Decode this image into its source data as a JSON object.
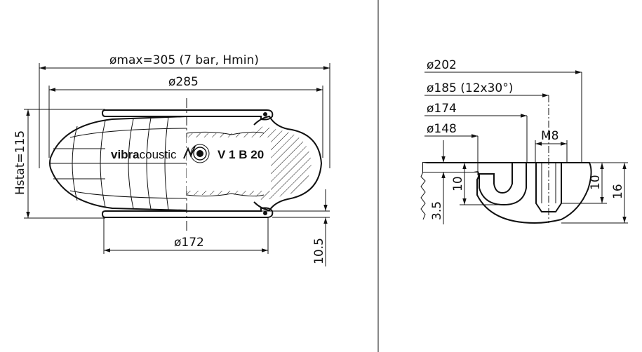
{
  "left_view": {
    "dia_max_label": "ømax=305 (7 bar, Hmin)",
    "dia_285_label": "ø285",
    "dia_172_label": "ø172",
    "height_label": "Hstat=115",
    "plate_label": "10.5",
    "brand_bold": "vibra",
    "brand_regular": "coustic",
    "model_code": "V 1 B 20"
  },
  "right_view": {
    "dia_202_label": "ø202",
    "dia_185_label": "ø185 (12x30°)",
    "dia_174_label": "ø174",
    "dia_148_label": "ø148",
    "thread_label": "M8",
    "depth_left_label": "10",
    "depth_mid_label": "10",
    "thickness_label": "16",
    "offset_label": "3.5"
  },
  "colors": {
    "line": "#111111",
    "background": "#ffffff"
  }
}
